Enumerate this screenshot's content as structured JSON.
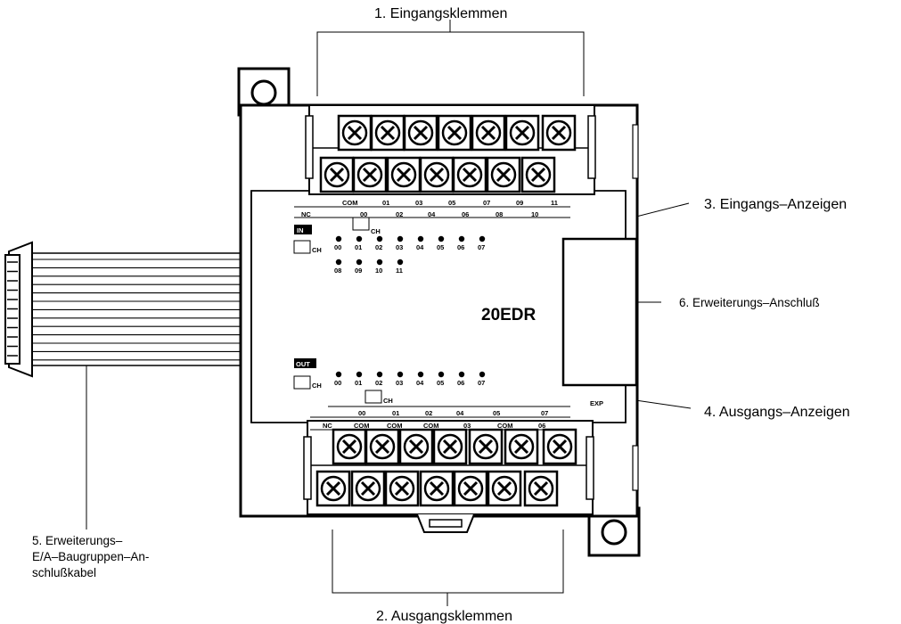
{
  "callouts": {
    "input_terminals": "1. Eingangsklemmen",
    "output_terminals": "2. Ausgangsklemmen",
    "input_indicators": "3. Eingangs–Anzeigen",
    "output_indicators": "4. Ausgangs–Anzeigen",
    "expansion_cable_line1": "5. Erweiterungs–",
    "expansion_cable_line2": "E/A–Baugruppen–An-",
    "expansion_cable_line3": "schlußkabel",
    "expansion_connector": "6. Erweiterungs–Anschluß"
  },
  "device": {
    "model": "20EDR",
    "in_badge": "IN",
    "out_badge": "OUT",
    "ch": "CH",
    "exp": "EXP",
    "input_terminal_top_labels": [
      "COM",
      "01",
      "03",
      "05",
      "07",
      "09",
      "11"
    ],
    "input_terminal_bottom_labels": [
      "NC",
      "00",
      "02",
      "04",
      "06",
      "08",
      "10"
    ],
    "input_leds_row1": [
      "00",
      "01",
      "02",
      "03",
      "04",
      "05",
      "06",
      "07"
    ],
    "input_leds_row2": [
      "08",
      "09",
      "10",
      "11"
    ],
    "output_leds": [
      "00",
      "01",
      "02",
      "03",
      "04",
      "05",
      "06",
      "07"
    ],
    "output_terminal_top_labels": [
      "00",
      "01",
      "02",
      "04",
      "05",
      "07"
    ],
    "output_terminal_bottom_labels": [
      "NC",
      "COM",
      "COM",
      "COM",
      "03",
      "COM",
      "06"
    ]
  }
}
